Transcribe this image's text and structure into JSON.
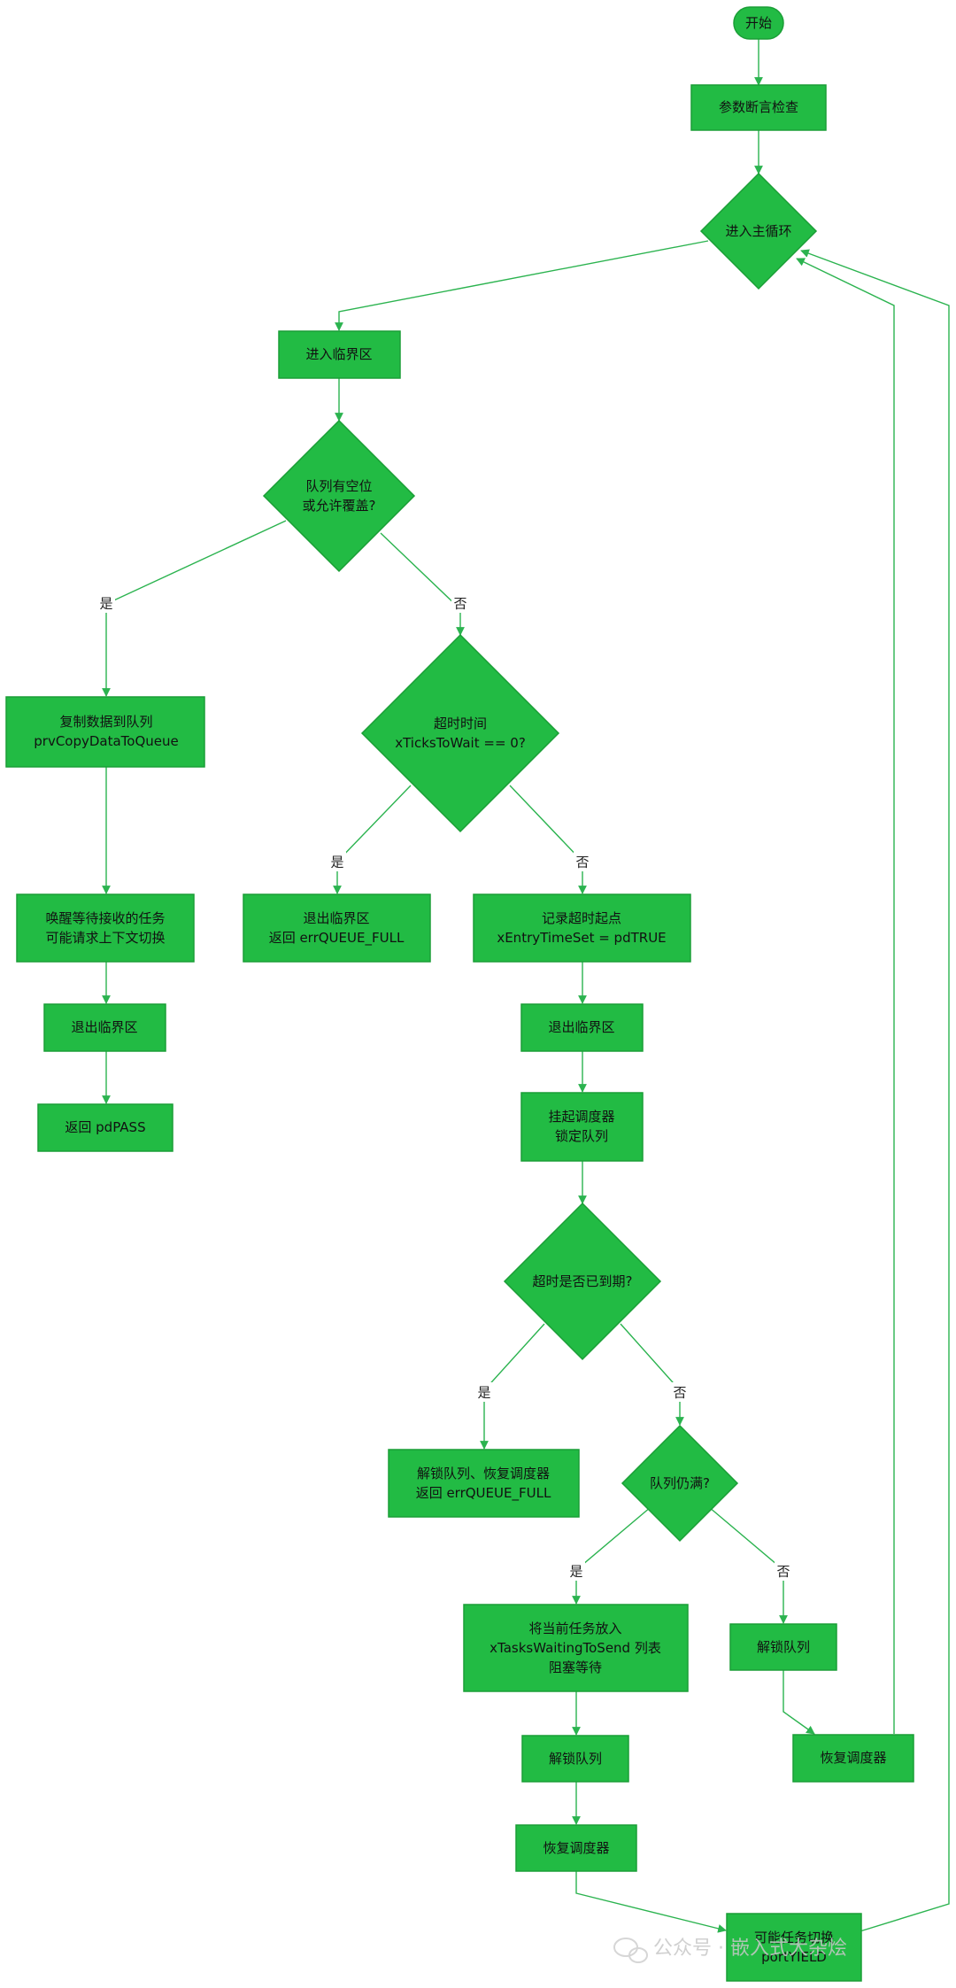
{
  "nodes": {
    "start": [
      "开始"
    ],
    "param_check": [
      "参数断言检查"
    ],
    "main_loop": [
      "进入主循环"
    ],
    "enter_critical": [
      "进入临界区"
    ],
    "queue_space": [
      "队列有空位",
      "或允许覆盖?"
    ],
    "copy_data": [
      "复制数据到队列",
      "prvCopyDataToQueue"
    ],
    "timeout_check": [
      "超时时间",
      "xTicksToWait == 0?"
    ],
    "wake_tasks": [
      "唤醒等待接收的任务",
      "可能请求上下文切换"
    ],
    "exit_critical_full": [
      "退出临界区",
      "返回 errQUEUE_FULL"
    ],
    "record_timeout": [
      "记录超时起点",
      "xEntryTimeSet = pdTRUE"
    ],
    "exit_critical_a": [
      "退出临界区"
    ],
    "exit_critical_b": [
      "退出临界区"
    ],
    "return_pass": [
      "返回 pdPASS"
    ],
    "suspend_scheduler": [
      "挂起调度器",
      "锁定队列"
    ],
    "timeout_expired": [
      "超时是否已到期?"
    ],
    "unlock_full": [
      "解锁队列、恢复调度器",
      "返回 errQUEUE_FULL"
    ],
    "queue_still_full": [
      "队列仍满?"
    ],
    "place_task": [
      "将当前任务放入",
      "xTasksWaitingToSend 列表",
      "阻塞等待"
    ],
    "unlock_queue_b": [
      "解锁队列"
    ],
    "resume_scheduler_b": [
      "恢复调度器"
    ],
    "unlock_queue_a": [
      "解锁队列"
    ],
    "resume_scheduler_a": [
      "恢复调度器"
    ],
    "maybe_switch": [
      "可能任务切换",
      "portYIELD"
    ]
  },
  "edge_labels": {
    "yes": "是",
    "no": "否"
  },
  "watermark": "公众号 · 嵌入式大杂烩",
  "colors": {
    "node_fill": "#22bb44",
    "edge": "#2bb34f"
  }
}
